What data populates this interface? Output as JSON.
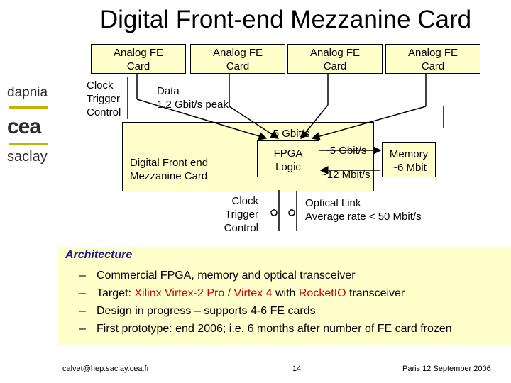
{
  "title": "Digital Front-end Mezzanine Card",
  "cards": [
    "Analog FE Card",
    "Analog FE Card",
    "Analog FE Card",
    "Analog FE Card"
  ],
  "clock_top": [
    "Clock",
    "Trigger",
    "Control"
  ],
  "data_label": [
    "Data",
    "1.2 Gbit/s peak"
  ],
  "bus_label": "~5 Gbit/s",
  "mezz_label": [
    "Digital Front end",
    "Mezzanine Card"
  ],
  "fpga": [
    "FPGA",
    "Logic"
  ],
  "mem_top": "~5 Gbit/s",
  "mem_bot": "~12 Mbit/s",
  "memory": [
    "Memory",
    "~6 Mbit"
  ],
  "clock_bottom": [
    "Clock",
    "Trigger",
    "Control"
  ],
  "optical": [
    "Optical Link",
    "Average rate < 50 Mbit/s"
  ],
  "logos": [
    "dapnia",
    "cea",
    "saclay"
  ],
  "architecture": {
    "heading": "Architecture",
    "items": [
      [
        {
          "t": "Commercial FPGA, memory and optical transceiver"
        }
      ],
      [
        {
          "t": "Target: "
        },
        {
          "t": "Xilinx Virtex-2 Pro / Virtex 4",
          "c": "red"
        },
        {
          "t": " with "
        },
        {
          "t": "RocketIO",
          "c": "red"
        },
        {
          "t": " transceiver"
        }
      ],
      [
        {
          "t": "Design in progress – supports 4-6 FE cards"
        }
      ],
      [
        {
          "t": "First prototype: end 2006; i.e. 6 months after number of FE card frozen"
        }
      ]
    ],
    "dash": "–"
  },
  "footer": {
    "email": "calvet@hep.saclay.cea.fr",
    "page": "14",
    "date": "Paris 12 September 2006"
  }
}
